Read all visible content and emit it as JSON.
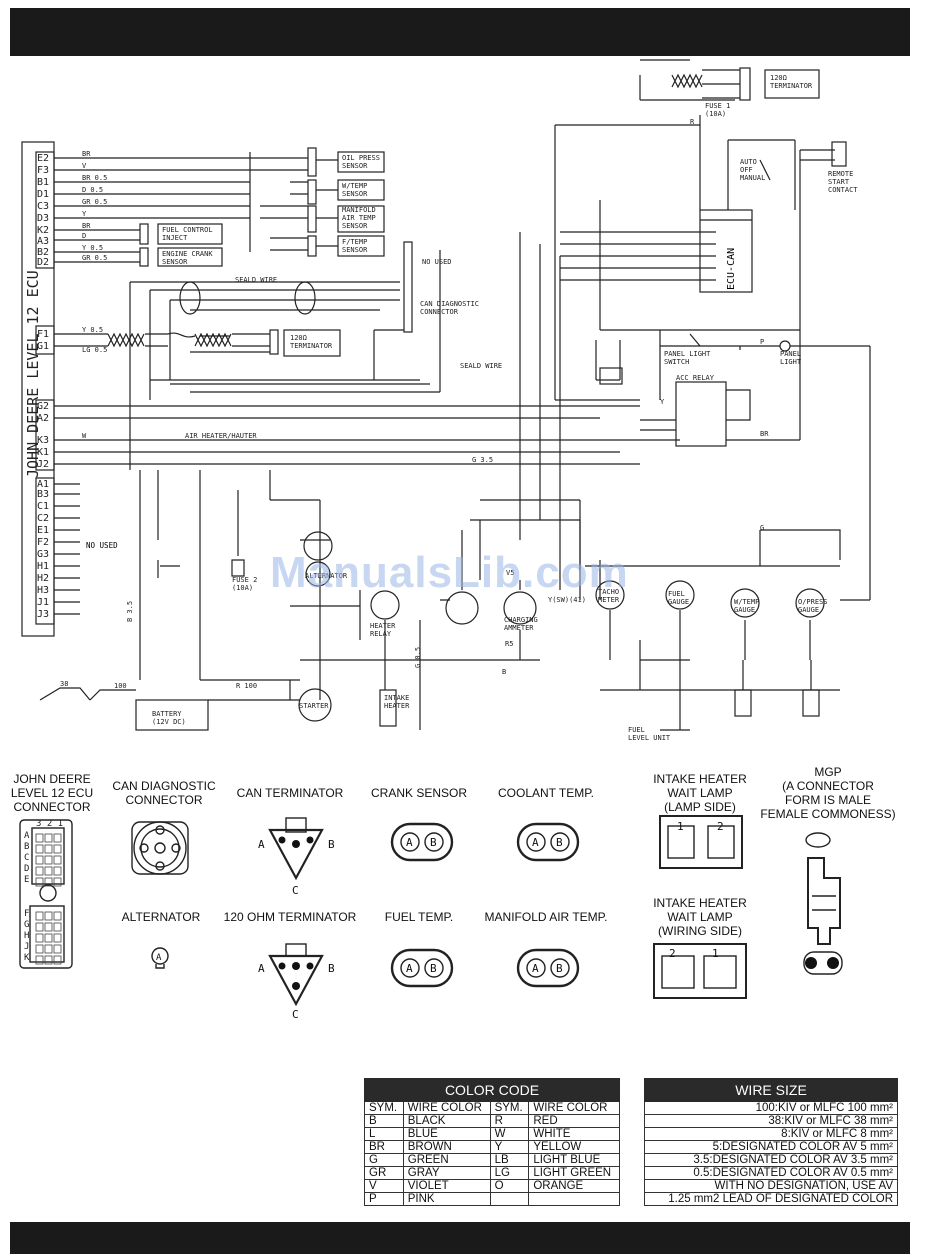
{
  "ecu": {
    "title": "JOHN DEERE LEVEL 12 ECU",
    "pins_top": [
      "E2",
      "F3",
      "B1",
      "D1",
      "C3",
      "D3",
      "K2",
      "A3",
      "B2",
      "D2"
    ],
    "pins_mid": [
      "F1",
      "G1"
    ],
    "pins_low": [
      "G2",
      "A2",
      "K3",
      "K1",
      "J2"
    ],
    "pins_nu": [
      "A1",
      "B3",
      "C1",
      "C2",
      "E1",
      "F2",
      "G3",
      "H1",
      "H2",
      "H3",
      "J1",
      "J3"
    ],
    "not_used": "NO USED"
  },
  "wire_labels": {
    "e2": "BR",
    "f3": "V",
    "b1": "BR 0.5",
    "d1": "D 0.5",
    "c3": "GR 0.5",
    "d3": "Y",
    "k2": "BR",
    "a3": "D",
    "b2": "Y 0.5",
    "d2": "GR 0.5",
    "f1": "Y 0.5",
    "g1": "LG 0.5",
    "seal_wire": "SEALD WIRE",
    "seal_wire2": "SEALD WIRE",
    "air_heater": "AIR HEATER/HAUTER",
    "g35": "G 3.5",
    "b35": "B 3.5",
    "w38": "38",
    "w100": "100",
    "r100": "R 100",
    "g05": "G 0.5",
    "v5": "V5",
    "r5": "R5",
    "b": "B",
    "g": "G",
    "r": "R",
    "y": "Y",
    "w": "W",
    "br": "BR",
    "p": "P"
  },
  "components": {
    "oil_press": "OIL PRESS\nSENSOR",
    "w_temp": "W/TEMP\nSENSOR",
    "manifold": "MANIFOLD\nAIR TEMP\nSENSOR",
    "f_temp": "F/TEMP\nSENSOR",
    "fuel_control": "FUEL CONTROL\nINJECT",
    "engine_crank": "ENGINE CRANK\nSENSOR",
    "can_diag": "CAN DIAGNOSTIC\nCONNECTOR",
    "not_used_conn": "NO USED",
    "terminator_mid": "120Ω\nTERMINATOR",
    "terminator_top": "120Ω\nTERMINATOR",
    "fuse1": "FUSE 1\n(10A)",
    "fuse2": "FUSE 2\n(10A)",
    "auto_off_manual": "AUTO\nOFF\nMANUAL",
    "remote_start": "REMOTE\nSTART\nCONTACT",
    "ecu_can": "ECU-CAN",
    "panel_light_switch": "PANEL LIGHT\nSWITCH",
    "panel_light": "PANEL\nLIGHT",
    "acc_relay": "ACC RELAY",
    "heater_relay": "HEATER\nRELAY",
    "intake_heater": "INTAKE\nHEATER",
    "charging_ammeter": "CHARGING\nAMMETER",
    "tacho_meter": "TACHO\nMETER",
    "fuel_gauge": "FUEL\nGAUGE",
    "water_temp_gauge": "W/TEMP\nGAUGE",
    "oil_press_gauge": "O/PRESS\nGAUGE",
    "fuel_level_unit": "FUEL\nLEVEL UNIT",
    "battery": "BATTERY\n(12V DC)",
    "starter": "STARTER",
    "alternator": "ALTERNATOR",
    "y_sw": "Y(SW)(41)"
  },
  "connector_views": {
    "jd_ecu": "JOHN DEERE\nLEVEL 12 ECU\nCONNECTOR",
    "can_diag": "CAN DIAGNOSTIC\nCONNECTOR",
    "can_term": "CAN TERMINATOR",
    "crank": "CRANK SENSOR",
    "coolant": "COOLANT TEMP.",
    "intake_lamp": "INTAKE HEATER\nWAIT LAMP\n(LAMP SIDE)",
    "mgp": "MGP\n(A CONNECTOR\nFORM IS MALE\nFEMALE COMMONESS)",
    "alternator": "ALTERNATOR",
    "ohm_term": "120 OHM TERMINATOR",
    "fuel_temp": "FUEL TEMP.",
    "manifold": "MANIFOLD AIR TEMP.",
    "intake_wiring": "INTAKE HEATER\nWAIT LAMP\n(WIRING SIDE)",
    "pin_a": "A",
    "pin_b": "B",
    "pin_c": "C",
    "pin_1": "1",
    "pin_2": "2",
    "ecu_col_head": "3 2 1",
    "ecu_rows_top": [
      "A",
      "B",
      "C",
      "D",
      "E"
    ],
    "ecu_rows_bottom": [
      "F",
      "G",
      "H",
      "J",
      "K"
    ]
  },
  "color_code": {
    "title": "COLOR CODE",
    "headers": [
      "SYM.",
      "WIRE COLOR",
      "SYM.",
      "WIRE COLOR"
    ],
    "rows": [
      [
        "B",
        "BLACK",
        "R",
        "RED"
      ],
      [
        "L",
        "BLUE",
        "W",
        "WHITE"
      ],
      [
        "BR",
        "BROWN",
        "Y",
        "YELLOW"
      ],
      [
        "G",
        "GREEN",
        "LB",
        "LIGHT BLUE"
      ],
      [
        "GR",
        "GRAY",
        "LG",
        "LIGHT GREEN"
      ],
      [
        "V",
        "VIOLET",
        "O",
        "ORANGE"
      ],
      [
        "P",
        "PINK",
        "",
        ""
      ]
    ]
  },
  "wire_size": {
    "title": "WIRE SIZE",
    "rows": [
      "100:KIV or MLFC 100 mm²",
      "38:KIV or MLFC 38 mm²",
      "8:KIV or MLFC 8 mm²",
      "5:DESIGNATED COLOR AV 5 mm²",
      "3.5:DESIGNATED COLOR AV 3.5 mm²",
      "0.5:DESIGNATED COLOR AV 0.5 mm²",
      "WITH NO DESIGNATION, USE AV",
      "1.25 mm2 LEAD OF DESIGNATED COLOR"
    ]
  },
  "watermark": "ManualsLib.com"
}
